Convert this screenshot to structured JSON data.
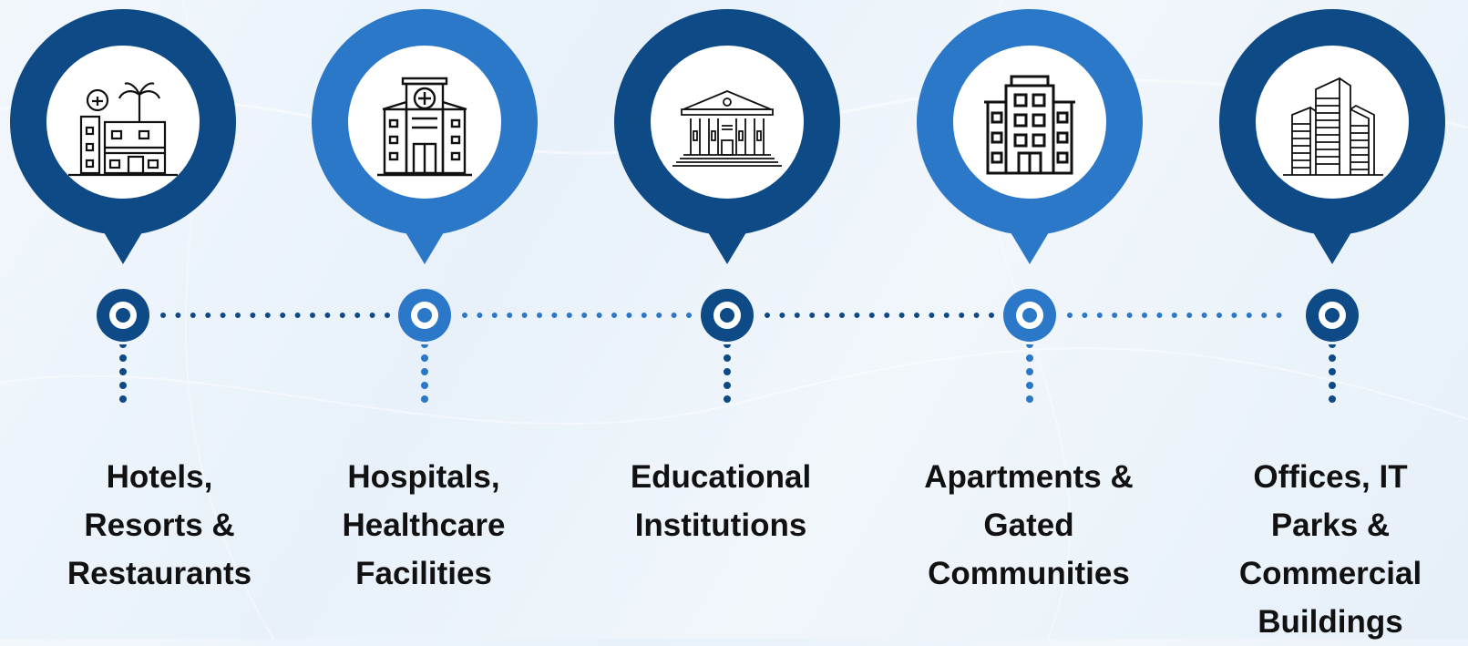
{
  "colors": {
    "dark": "#0e4a86",
    "light": "#2b77c8"
  },
  "items": [
    {
      "label_lines": [
        "Hotels,",
        "Resorts &",
        "Restaurants"
      ],
      "icon": "hotel-resort-icon",
      "tone": "dark"
    },
    {
      "label_lines": [
        "Hospitals,",
        "Healthcare",
        "Facilities"
      ],
      "icon": "hospital-icon",
      "tone": "light"
    },
    {
      "label_lines": [
        "Educational",
        "Institutions"
      ],
      "icon": "institution-icon",
      "tone": "dark"
    },
    {
      "label_lines": [
        "Apartments &",
        "Gated",
        "Communities"
      ],
      "icon": "apartment-building-icon",
      "tone": "light"
    },
    {
      "label_lines": [
        "Offices, IT",
        "Parks &",
        "Commercial",
        "Buildings"
      ],
      "icon": "office-towers-icon",
      "tone": "dark"
    }
  ]
}
